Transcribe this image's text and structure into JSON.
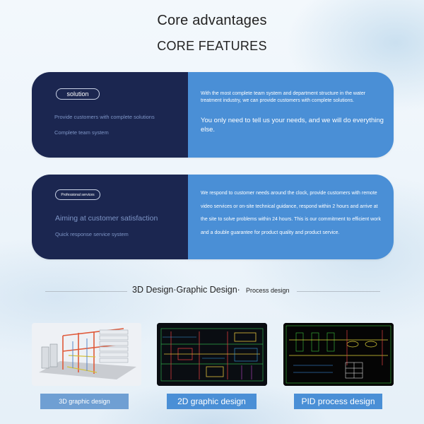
{
  "header": {
    "title": "Core advantages",
    "subtitle": "CORE FEATURES"
  },
  "cards": [
    {
      "tag": "solution",
      "left_lines": [
        "Provide customers with complete solutions",
        "Complete team system"
      ],
      "right_small": "With the most complete team system and department structure in the water treatment industry, we can provide customers with complete solutions.",
      "right_large": "You only need to tell us your needs, and we will do everything else."
    },
    {
      "tag": "Professional services",
      "left_lines": [
        "Aiming at customer satisfaction",
        "Quick response service system"
      ],
      "right_small": "We respond to customer needs around the clock, provide customers with remote video services or on-site technical guidance, respond within 2 hours and arrive at the site to solve problems within 24 hours. This is our commitment to efficient work and a double guarantee for product quality and product service."
    }
  ],
  "divider": {
    "text_main": "3D Design·Graphic Design·",
    "text_small": "Process design"
  },
  "gallery": [
    {
      "caption": "3D graphic design",
      "image": "3d-plant-render"
    },
    {
      "caption": "2D graphic design",
      "image": "2d-cad-drawing"
    },
    {
      "caption": "PID process design",
      "image": "pid-diagram"
    }
  ],
  "colors": {
    "dark_panel": "#1b2650",
    "blue_panel": "#4a8fd6",
    "muted_text": "#7e95c6"
  }
}
